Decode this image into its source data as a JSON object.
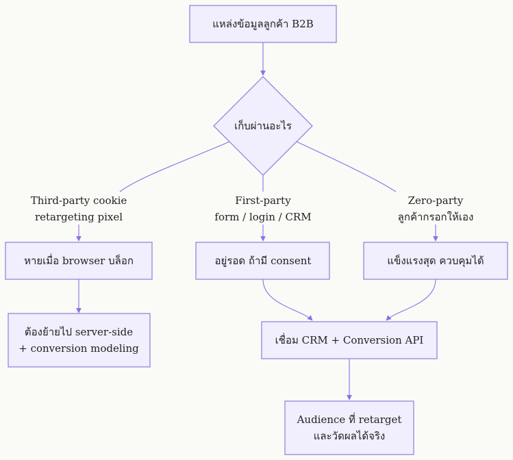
{
  "nodes": {
    "source": {
      "label": "แหล่งข้อมูลลูกค้า B2B"
    },
    "decision": {
      "label": "เก็บผ่านอะไร"
    },
    "lost": {
      "label": "หายเมื่อ browser บล็อก"
    },
    "survive": {
      "label": "อยู่รอด ถ้ามี consent"
    },
    "strong": {
      "label": "แข็งแรงสุด ควบคุมได้"
    },
    "serverside": {
      "lines": [
        "ต้องย้ายไป server-side",
        "+ conversion modeling"
      ]
    },
    "connect": {
      "label": "เชื่อม CRM + Conversion API"
    },
    "audience": {
      "lines": [
        "Audience ที่ retarget",
        "และวัดผลได้จริง"
      ]
    }
  },
  "edges": {
    "third_party": {
      "lines": [
        "Third-party cookie",
        "retargeting pixel"
      ]
    },
    "first_party": {
      "lines": [
        "First-party",
        "form / login / CRM"
      ]
    },
    "zero_party": {
      "lines": [
        "Zero-party",
        "ลูกค้ากรอกให้เอง"
      ]
    }
  },
  "colors": {
    "node_fill": "#f1eefd",
    "node_stroke": "#9a82dd",
    "edge": "#8c6ee6",
    "background": "#fafaf7"
  }
}
